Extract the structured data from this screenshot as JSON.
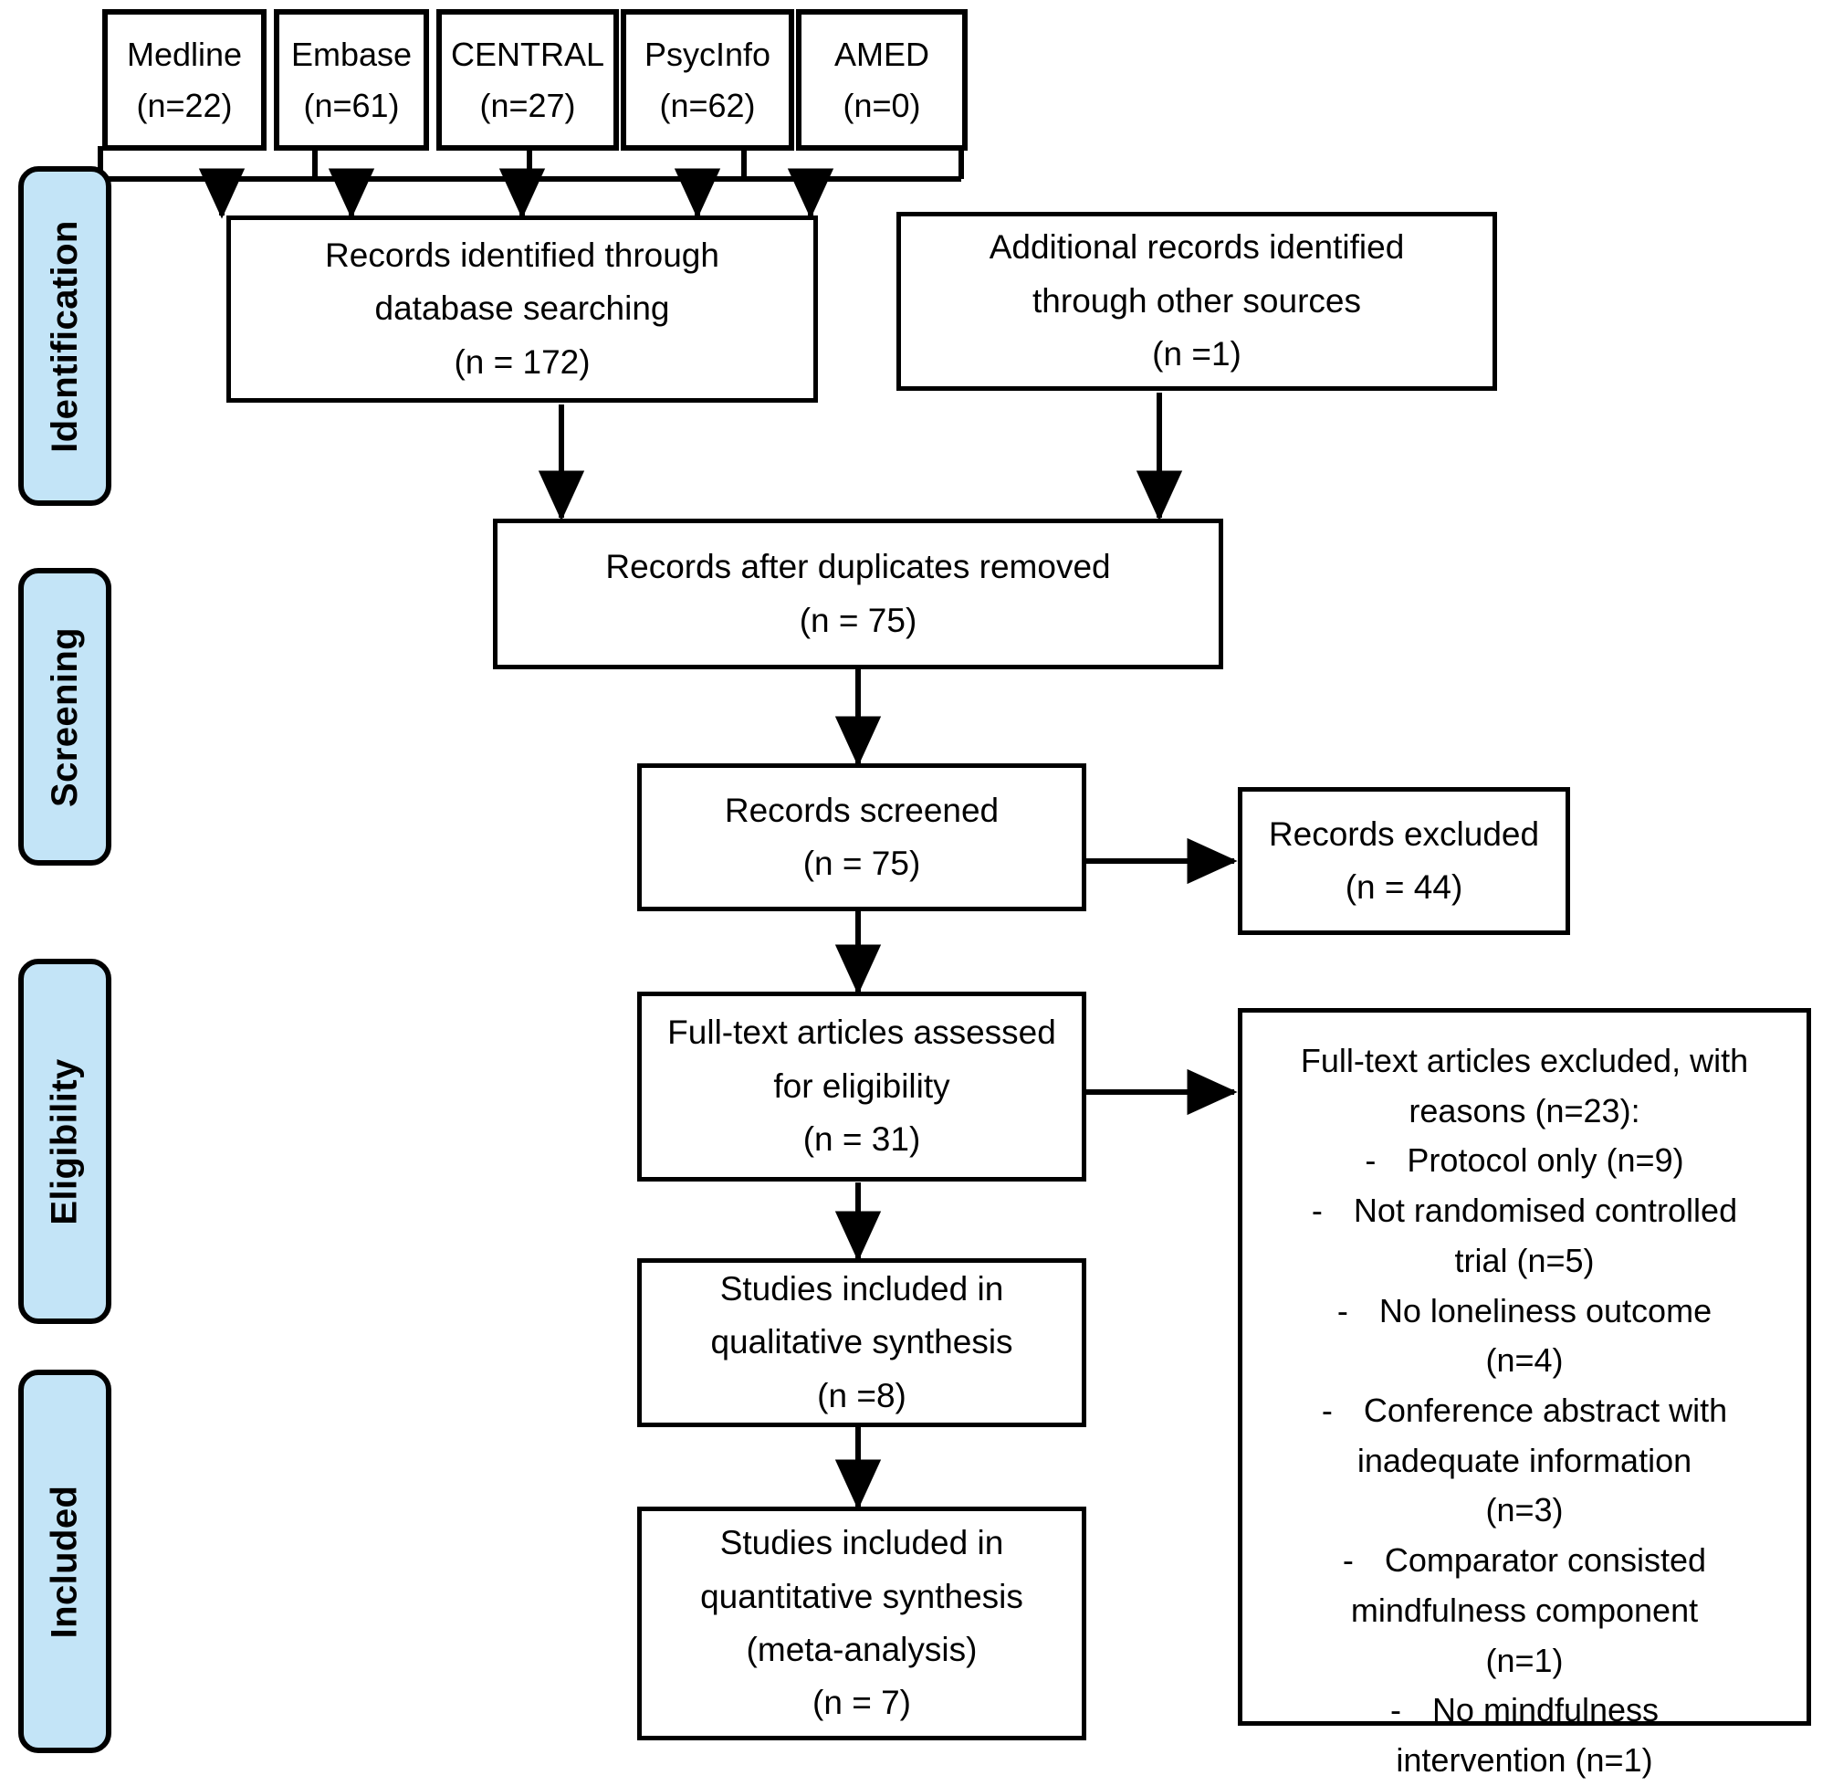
{
  "diagram": {
    "title": "PRISMA flow diagram",
    "accent_color": "#c3e4f7",
    "line_color": "#000000",
    "background": "#ffffff"
  },
  "stages": [
    {
      "label": "Identification"
    },
    {
      "label": "Screening"
    },
    {
      "label": "Eligibility"
    },
    {
      "label": "Included"
    }
  ],
  "databases": [
    {
      "name": "Medline",
      "count": "(n=22)"
    },
    {
      "name": "Embase",
      "count": "(n=61)"
    },
    {
      "name": "CENTRAL",
      "count": "(n=27)"
    },
    {
      "name": "PsycInfo",
      "count": "(n=62)"
    },
    {
      "name": "AMED",
      "count": "(n=0)"
    }
  ],
  "boxes": {
    "db_search": {
      "line1": "Records identified through",
      "line2": "database searching",
      "line3": "(n = 172)"
    },
    "other_sources": {
      "line1": "Additional records identified",
      "line2": "through other sources",
      "line3": "(n =1)"
    },
    "after_duplicates": {
      "line1": "Records after duplicates removed",
      "line2": "(n = 75)"
    },
    "screened": {
      "line1": "Records screened",
      "line2": "(n = 75)"
    },
    "records_excluded": {
      "line1": "Records excluded",
      "line2": "(n =  44)"
    },
    "fulltext_assessed": {
      "line1": "Full-text articles assessed",
      "line2": "for eligibility",
      "line3": "(n =  31)"
    },
    "qualitative": {
      "line1": "Studies included in",
      "line2": "qualitative synthesis",
      "line3": "(n =8)"
    },
    "quantitative": {
      "line1": "Studies included in",
      "line2": "quantitative synthesis",
      "line3": "(meta-analysis)",
      "line4": "(n =  7)"
    }
  },
  "exclusion_panel": {
    "header_line1": "Full-text articles excluded, with",
    "header_line2": "reasons (n=23):",
    "dash": "-",
    "reasons": [
      {
        "text": "Protocol only (n=9)"
      },
      {
        "text": "Not randomised controlled"
      },
      {
        "text": "trial (n=5)",
        "nodash": true
      },
      {
        "text": "No loneliness outcome"
      },
      {
        "text": "(n=4)",
        "nodash": true
      },
      {
        "text": "Conference abstract with"
      },
      {
        "text": "inadequate information",
        "nodash": true
      },
      {
        "text": "(n=3)",
        "nodash": true
      },
      {
        "text": "Comparator consisted"
      },
      {
        "text": "mindfulness component",
        "nodash": true
      },
      {
        "text": "(n=1)",
        "nodash": true
      },
      {
        "text": "No mindfulness"
      },
      {
        "text": "intervention (n=1)",
        "nodash": true
      }
    ]
  },
  "chart_data": {
    "type": "diagram",
    "title": "PRISMA flow diagram",
    "nodes": [
      {
        "id": "medline",
        "label": "Medline",
        "n": 22
      },
      {
        "id": "embase",
        "label": "Embase",
        "n": 61
      },
      {
        "id": "central",
        "label": "CENTRAL",
        "n": 27
      },
      {
        "id": "psycinfo",
        "label": "PsycInfo",
        "n": 62
      },
      {
        "id": "amed",
        "label": "AMED",
        "n": 0
      },
      {
        "id": "db_search",
        "label": "Records identified through database searching",
        "n": 172
      },
      {
        "id": "other_sources",
        "label": "Additional records identified through other sources",
        "n": 1
      },
      {
        "id": "after_duplicates",
        "label": "Records after duplicates removed",
        "n": 75
      },
      {
        "id": "screened",
        "label": "Records screened",
        "n": 75
      },
      {
        "id": "records_excluded",
        "label": "Records excluded",
        "n": 44
      },
      {
        "id": "fulltext_assessed",
        "label": "Full-text articles assessed for eligibility",
        "n": 31
      },
      {
        "id": "fulltext_excluded",
        "label": "Full-text articles excluded, with reasons",
        "n": 23
      },
      {
        "id": "qualitative",
        "label": "Studies included in qualitative synthesis",
        "n": 8
      },
      {
        "id": "quantitative",
        "label": "Studies included in quantitative synthesis (meta-analysis)",
        "n": 7
      }
    ],
    "exclusion_reasons": [
      {
        "reason": "Protocol only",
        "n": 9
      },
      {
        "reason": "Not randomised controlled trial",
        "n": 5
      },
      {
        "reason": "No loneliness outcome",
        "n": 4
      },
      {
        "reason": "Conference abstract with inadequate information",
        "n": 3
      },
      {
        "reason": "Comparator consisted mindfulness component",
        "n": 1
      },
      {
        "reason": "No mindfulness intervention",
        "n": 1
      }
    ],
    "edges": [
      {
        "from": "medline",
        "to": "db_search"
      },
      {
        "from": "embase",
        "to": "db_search"
      },
      {
        "from": "central",
        "to": "db_search"
      },
      {
        "from": "psycinfo",
        "to": "db_search"
      },
      {
        "from": "amed",
        "to": "db_search"
      },
      {
        "from": "db_search",
        "to": "after_duplicates"
      },
      {
        "from": "other_sources",
        "to": "after_duplicates"
      },
      {
        "from": "after_duplicates",
        "to": "screened"
      },
      {
        "from": "screened",
        "to": "fulltext_assessed"
      },
      {
        "from": "screened",
        "to": "records_excluded"
      },
      {
        "from": "fulltext_assessed",
        "to": "qualitative"
      },
      {
        "from": "fulltext_assessed",
        "to": "fulltext_excluded"
      },
      {
        "from": "qualitative",
        "to": "quantitative"
      }
    ],
    "stages": [
      "Identification",
      "Screening",
      "Eligibility",
      "Included"
    ]
  }
}
